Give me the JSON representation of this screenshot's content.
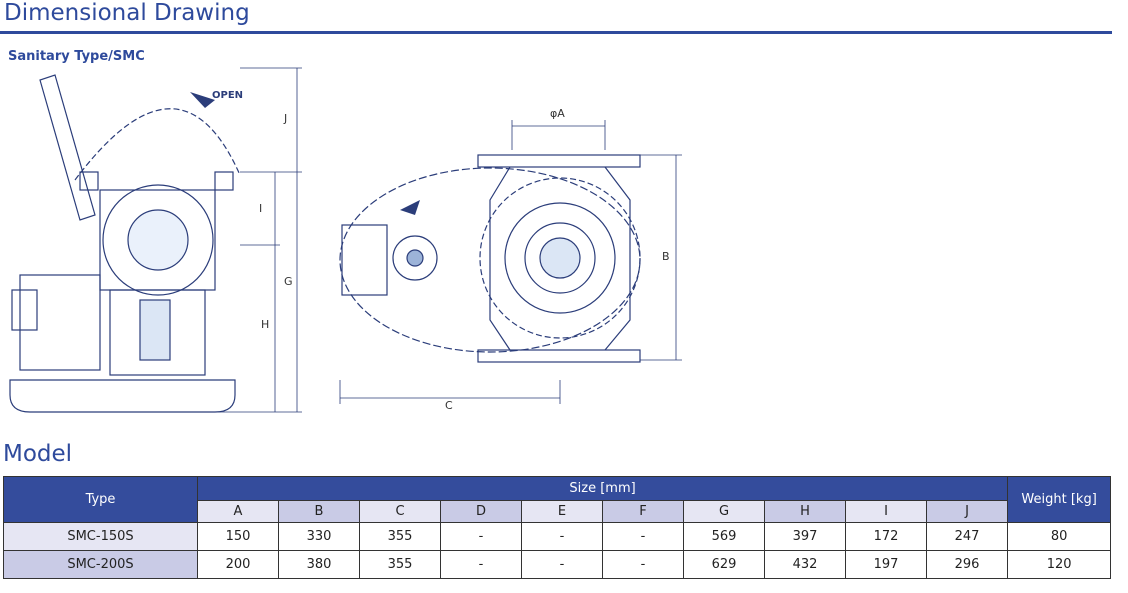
{
  "page_title": "Dimensional Drawing",
  "subtitle": "Sanitary Type/SMC",
  "drawing": {
    "open_label": "OPEN",
    "labels": [
      "J",
      "I",
      "G",
      "H",
      "φA",
      "B",
      "C"
    ]
  },
  "model_title": "Model",
  "table": {
    "type_header": "Type",
    "size_header": "Size [mm]",
    "weight_header": "Weight [kg]",
    "columns": [
      "A",
      "B",
      "C",
      "D",
      "E",
      "F",
      "G",
      "H",
      "I",
      "J"
    ],
    "rows": [
      {
        "type": "SMC-150S",
        "values": [
          "150",
          "330",
          "355",
          "-",
          "-",
          "-",
          "569",
          "397",
          "172",
          "247"
        ],
        "weight": "80"
      },
      {
        "type": "SMC-200S",
        "values": [
          "200",
          "380",
          "355",
          "-",
          "-",
          "-",
          "629",
          "432",
          "197",
          "296"
        ],
        "weight": "120"
      }
    ]
  }
}
